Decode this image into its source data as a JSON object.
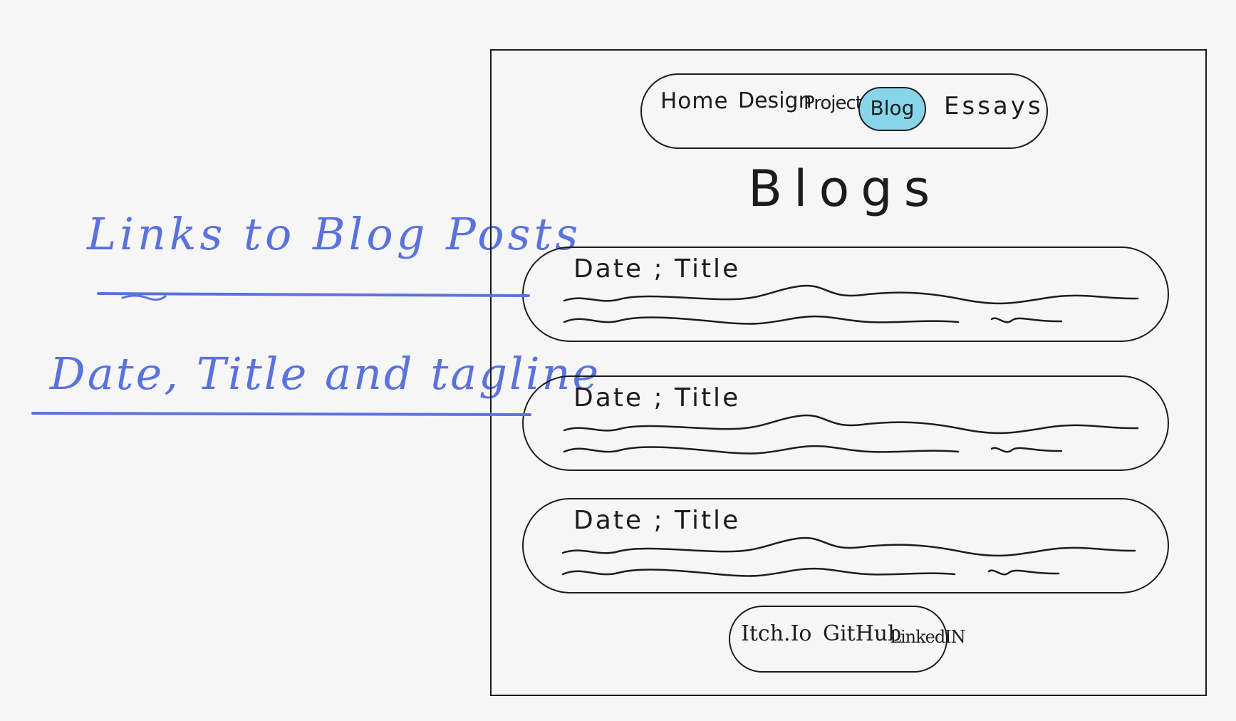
{
  "annotations": {
    "links": "Links to Blog Posts",
    "date_title_tagline": "Date, Title and tagline"
  },
  "nav": {
    "home": "Home",
    "design": "Design",
    "projects": "Projects",
    "blog": "Blog",
    "essays": "Essays"
  },
  "page_title": "Blogs",
  "posts": [
    {
      "title": "Date ; Title"
    },
    {
      "title": "Date ; Title"
    },
    {
      "title": "Date ; Title"
    }
  ],
  "footer": {
    "itch": "Itch.Io",
    "github": "GitHub",
    "linkedin": "LinkedIN"
  },
  "colors": {
    "annotation": "#5a72dd",
    "active_tab": "#88d5ea",
    "ink": "#1c1c1c",
    "paper": "#f6f6f6"
  }
}
